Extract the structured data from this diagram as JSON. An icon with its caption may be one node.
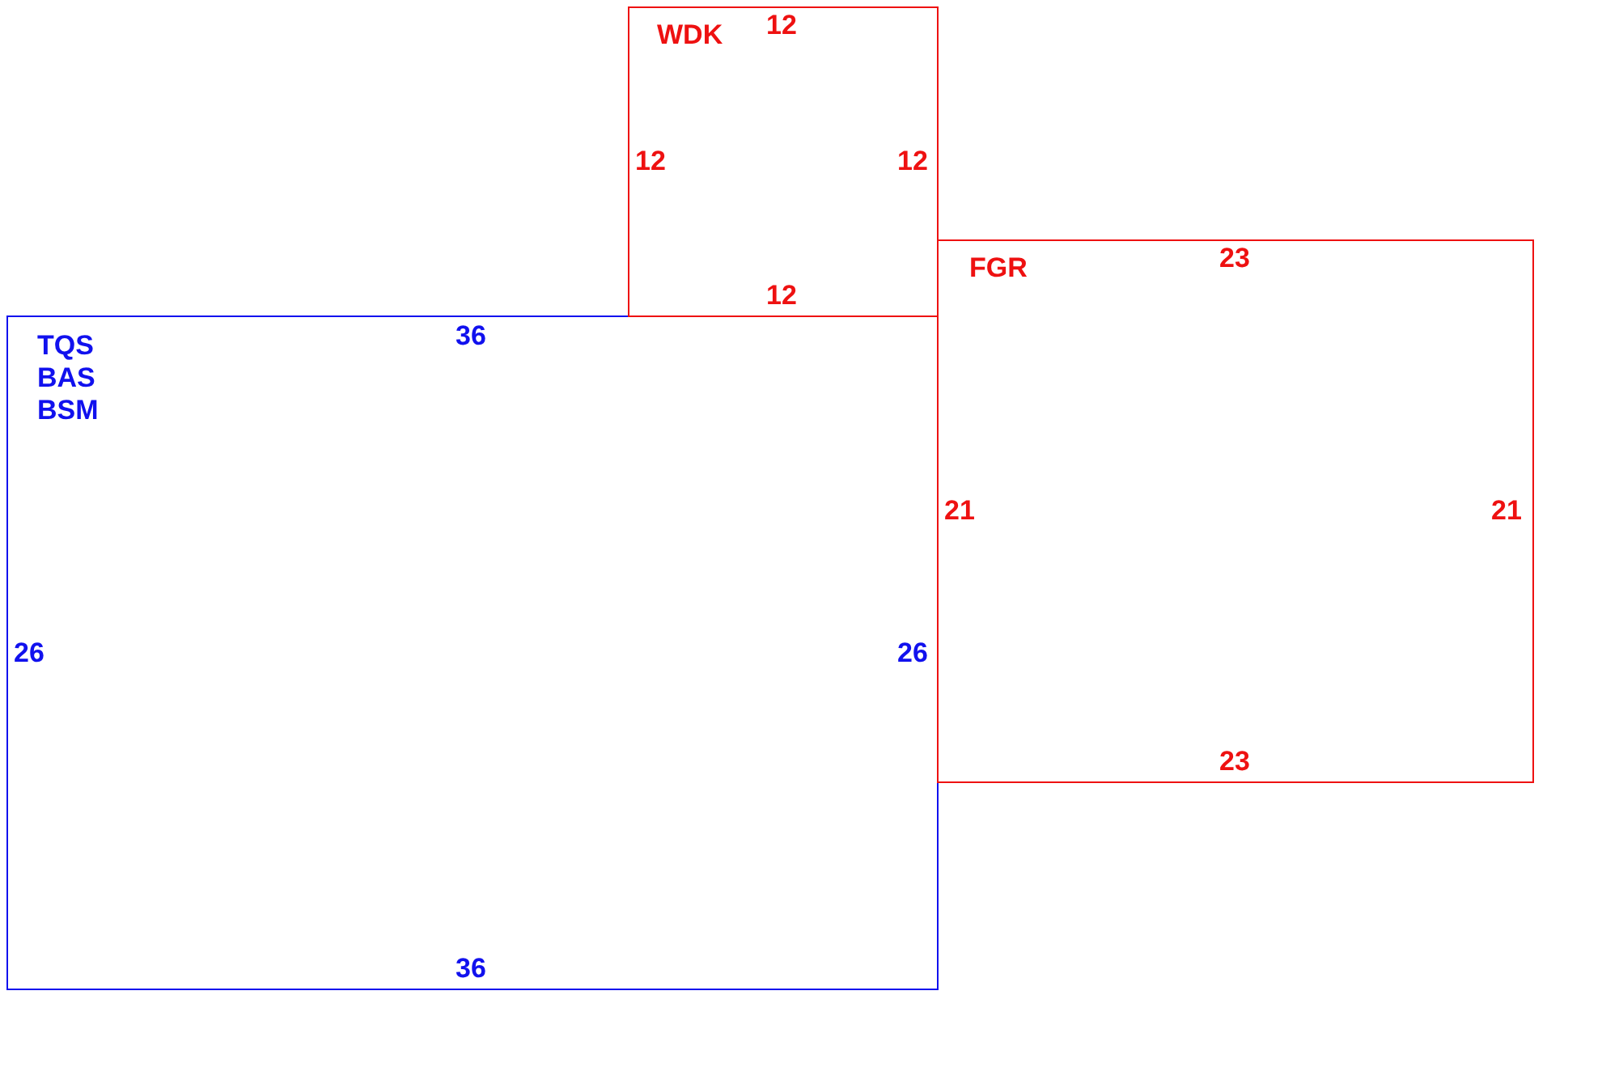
{
  "diagram": {
    "nodes": [
      {
        "text": [
          "WDK",
          "12",
          "12",
          "12",
          "12"
        ]
      },
      {
        "text": [
          "FGR",
          "23",
          "21",
          "21",
          "23"
        ]
      },
      {
        "text": [
          "TQS",
          "BAS",
          "BSM",
          "36",
          "26",
          "26",
          "36"
        ]
      }
    ]
  }
}
